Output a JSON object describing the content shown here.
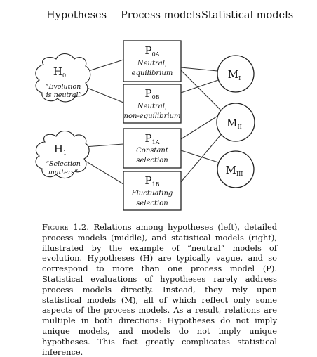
{
  "headers": {
    "hypotheses": "Hypotheses",
    "process_models": "Process models",
    "statistical_models": "Statistical models"
  },
  "hypotheses": [
    {
      "main": "H",
      "sub": "0",
      "line1": "“Evolution",
      "line2": "is neutral”"
    },
    {
      "main": "H",
      "sub": "1",
      "line1": "“Selection",
      "line2": "matters”"
    }
  ],
  "process_models": [
    {
      "main": "P",
      "sub": "0A",
      "line1": "Neutral,",
      "line2": "equilibrium"
    },
    {
      "main": "P",
      "sub": "0B",
      "line1": "Neutral,",
      "line2": "non-equilibrium"
    },
    {
      "main": "P",
      "sub": "1A",
      "line1": "Constant",
      "line2": "selection"
    },
    {
      "main": "P",
      "sub": "1B",
      "line1": "Fluctuating",
      "line2": "selection"
    }
  ],
  "statistical_models": [
    {
      "main": "M",
      "sub": "I"
    },
    {
      "main": "M",
      "sub": "II"
    },
    {
      "main": "M",
      "sub": "III"
    }
  ],
  "caption": {
    "label": "Figure 1.2.",
    "text": "Relations among hypotheses (left), detailed process models (middle), and statistical models (right), illustrated by the example of “neutral” models of evolution. Hypotheses (H) are typically vague, and so correspond to more than one process model (P). Statistical evaluations of hypotheses rarely address process models directly. Instead, they rely upon statistical models (M), all of which reflect only some aspects of the process models. As a result, relations are multiple in both directions: Hypotheses do not imply unique models, and models do not imply unique hypotheses. This fact greatly complicates statistical inference."
  }
}
